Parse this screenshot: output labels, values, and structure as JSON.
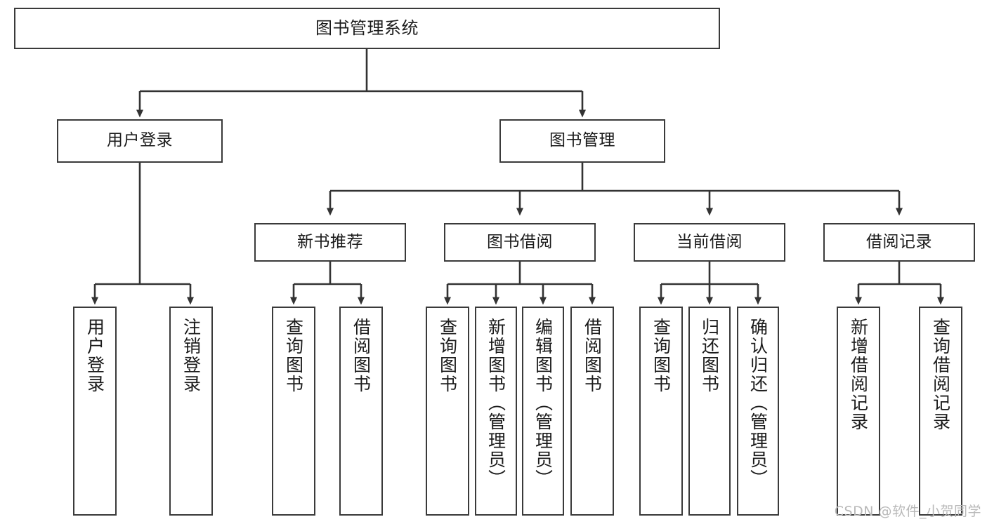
{
  "diagram": {
    "title": "图书管理系统",
    "watermark": "CSDN @软件_小贺同学",
    "colors": {
      "box_border": "#3a3a3a",
      "box_fill": "#ffffff",
      "connector": "#333333",
      "text": "#1b1b1b",
      "watermark": "#b9b9b9"
    },
    "root": {
      "label": "图书管理系统"
    },
    "level2": [
      {
        "label": "用户登录"
      },
      {
        "label": "图书管理"
      }
    ],
    "level3": [
      {
        "label": "新书推荐"
      },
      {
        "label": "图书借阅"
      },
      {
        "label": "当前借阅"
      },
      {
        "label": "借阅记录"
      }
    ],
    "leaves": {
      "user_login": [
        {
          "label": "用户登录"
        },
        {
          "label": "注销登录"
        }
      ],
      "new_book": [
        {
          "label": "查询图书"
        },
        {
          "label": "借阅图书"
        }
      ],
      "book_borrow": [
        {
          "label": "查询图书"
        },
        {
          "label": "新增图书（管理员）"
        },
        {
          "label": "编辑图书（管理员）"
        },
        {
          "label": "借阅图书"
        }
      ],
      "current_borrow": [
        {
          "label": "查询图书"
        },
        {
          "label": "归还图书"
        },
        {
          "label": "确认归还（管理员）"
        }
      ],
      "borrow_record": [
        {
          "label": "新增借阅记录"
        },
        {
          "label": "查询借阅记录"
        }
      ]
    }
  }
}
